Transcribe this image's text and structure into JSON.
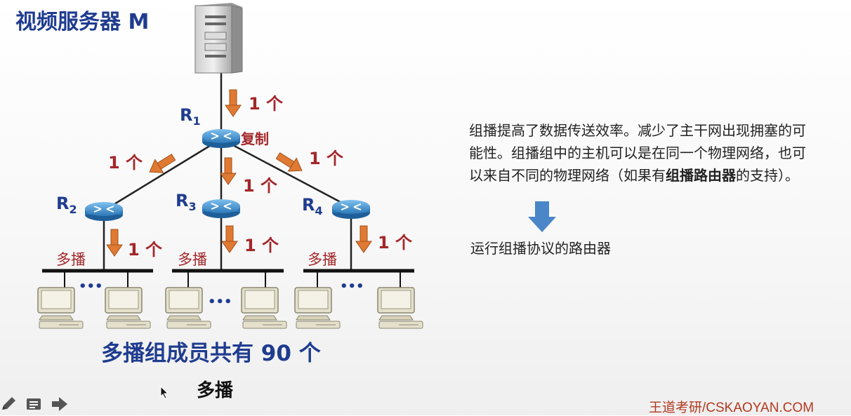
{
  "title": "视频服务器 M",
  "routers": [
    {
      "name": "R",
      "sub": "1"
    },
    {
      "name": "R",
      "sub": "2"
    },
    {
      "name": "R",
      "sub": "3"
    },
    {
      "name": "R",
      "sub": "4"
    }
  ],
  "copy_label": "复制",
  "count_label": "1 个",
  "multicast_label": "多播",
  "ellipsis": "•••",
  "members_text": "多播组成员共有 90 个",
  "caption": "多播",
  "description": {
    "part1": "组播提高了数据传送效率。减少了主干网出现拥塞的可能性。组播组中的主机可以是在同一个物理网络，也可以来自不同的物理网络（如果有",
    "bold": "组播路由器",
    "part2": "的支持）。"
  },
  "router_desc": "运行组播协议的路由器",
  "brand": "王道考研/CSKAOYAN.COM",
  "colors": {
    "title_blue": "#1f3c8f",
    "label_red": "#a3272a",
    "arrow_orange": "#e07a32",
    "router_blue": "#3b8fd1",
    "big_arrow_blue": "#4a86c8"
  },
  "toolbar": [
    {
      "icon": "pen-icon"
    },
    {
      "icon": "notes-icon"
    },
    {
      "icon": "arrow-right-icon"
    }
  ]
}
